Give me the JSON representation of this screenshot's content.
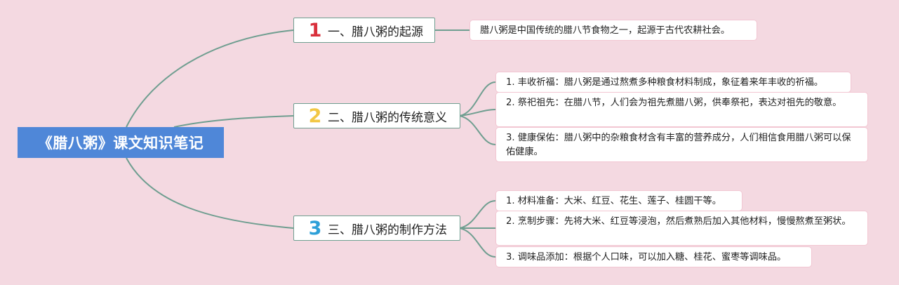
{
  "root": {
    "title": "《腊八粥》课文知识笔记"
  },
  "branches": [
    {
      "number": "1",
      "number_color": "#d9303c",
      "title": "一、腊八粥的起源",
      "leaves": [
        "腊八粥是中国传统的腊八节食物之一，起源于古代农耕社会。"
      ]
    },
    {
      "number": "2",
      "number_color": "#f2c744",
      "title": "二、腊八粥的传统意义",
      "leaves": [
        "1. 丰收祈福：腊八粥是通过熬煮多种粮食材料制成，象征着来年丰收的祈福。",
        "2. 祭祀祖先：在腊八节，人们会为祖先煮腊八粥，供奉祭祀，表达对祖先的敬意。",
        "3. 健康保佑：腊八粥中的杂粮食材含有丰富的营养成分，人们相信食用腊八粥可以保佑健康。"
      ]
    },
    {
      "number": "3",
      "number_color": "#2ea0d8",
      "title": "三、腊八粥的制作方法",
      "leaves": [
        "1. 材料准备：大米、红豆、花生、莲子、桂圆干等。",
        "2. 烹制步骤：先将大米、红豆等浸泡，然后煮熟后加入其他材料，慢慢熬煮至粥状。",
        "3. 调味品添加：根据个人口味，可以加入糖、桂花、蜜枣等调味品。"
      ]
    }
  ],
  "colors": {
    "background": "#f4d9e1",
    "root": "#4f87d8",
    "connector": "#6f9e90",
    "leaf_border": "#f2c6d2"
  }
}
